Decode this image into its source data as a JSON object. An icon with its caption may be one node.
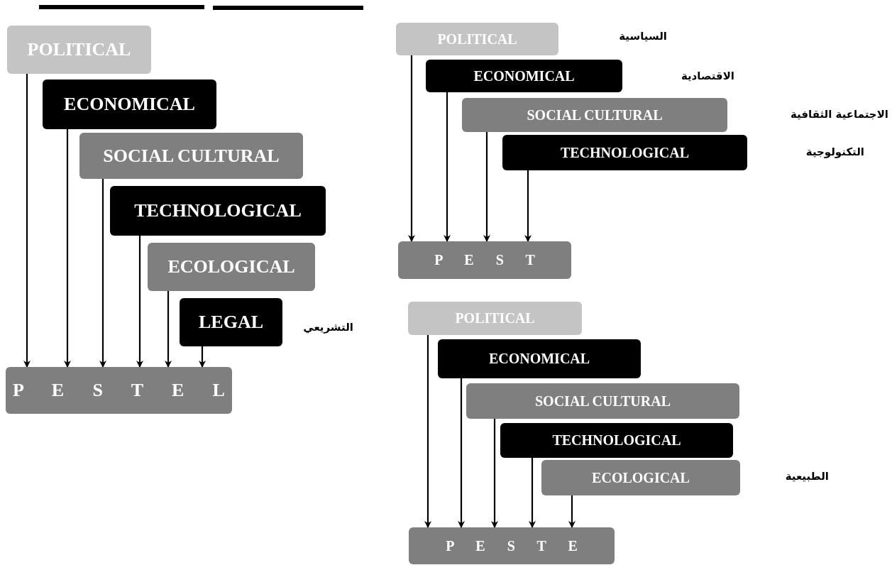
{
  "diagram": {
    "nodes": [
      {
        "text": [
          "POLITICAL"
        ]
      },
      {
        "text": [
          "ECONOMICAL"
        ]
      },
      {
        "text": [
          "SOCIAL CULTURAL"
        ]
      },
      {
        "text": [
          "TECHNOLOGICAL"
        ]
      },
      {
        "text": [
          "ECOLOGICAL"
        ]
      },
      {
        "text": [
          "LEGAL"
        ],
        "beside": [
          "التشريعي"
        ]
      },
      {
        "text": [
          "P E S T E L"
        ]
      },
      {
        "text": [
          "POLITICAL"
        ]
      },
      {
        "text": [
          "ECONOMICAL"
        ]
      },
      {
        "text": [
          "SOCIAL CULTURAL"
        ]
      },
      {
        "text": [
          "TECHNOLOGICAL"
        ]
      },
      {
        "text": [
          "P E S T"
        ]
      },
      {
        "text": [
          "POLITICAL"
        ]
      },
      {
        "text": [
          "ECONOMICAL"
        ]
      },
      {
        "text": [
          "SOCIAL CULTURAL"
        ]
      },
      {
        "text": [
          "TECHNOLOGICAL"
        ]
      },
      {
        "text": [
          "ECOLOGICAL"
        ]
      },
      {
        "text": [
          "P E S T E"
        ]
      }
    ],
    "edges": [
      {
        "from": 0,
        "to": 6,
        "arrow": "to"
      },
      {
        "from": 1,
        "to": 6,
        "arrow": "to"
      },
      {
        "from": 2,
        "to": 6,
        "arrow": "to"
      },
      {
        "from": 3,
        "to": 6,
        "arrow": "to"
      },
      {
        "from": 4,
        "to": 6,
        "arrow": "to"
      },
      {
        "from": 5,
        "to": 6,
        "arrow": "to"
      },
      {
        "from": 7,
        "to": 11,
        "arrow": "to"
      },
      {
        "from": 8,
        "to": 11,
        "arrow": "to"
      },
      {
        "from": 9,
        "to": 11,
        "arrow": "to"
      },
      {
        "from": 10,
        "to": 11,
        "arrow": "to"
      },
      {
        "from": 12,
        "to": 17,
        "arrow": "to"
      },
      {
        "from": 13,
        "to": 17,
        "arrow": "to"
      },
      {
        "from": 14,
        "to": 17,
        "arrow": "to"
      },
      {
        "from": 15,
        "to": 17,
        "arrow": "to"
      },
      {
        "from": 16,
        "to": 17,
        "arrow": "to"
      }
    ],
    "labels": [
      "السياسية",
      "الاقتصادية",
      "الاجتماعية الثقافية",
      "التكنولوجية",
      "الطبيعية"
    ]
  }
}
